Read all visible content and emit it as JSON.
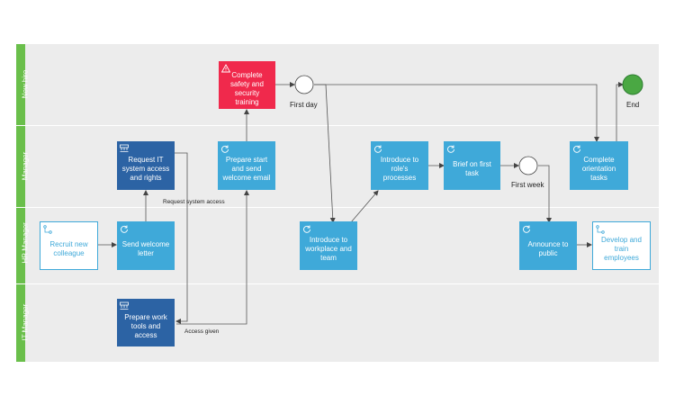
{
  "lanes": [
    {
      "label": "New hire"
    },
    {
      "label": "Manager"
    },
    {
      "label": "HR Manager"
    },
    {
      "label": "IT Manager"
    }
  ],
  "tasks": {
    "complete_training": "Complete safety and security training",
    "request_it": "Request IT system access and rights",
    "prepare_start_email": "Prepare start and send welcome email",
    "introduce_processes": "Introduce to role's processes",
    "brief_first_task": "Brief on first task",
    "complete_orientation": "Complete orientation tasks",
    "recruit_colleague": "Recruit new colleague",
    "send_welcome_letter": "Send welcome letter",
    "introduce_workplace": "Introduce to workplace and team",
    "announce_public": "Announce to public",
    "develop_train": "Develop and train employees",
    "prepare_work_tools": "Prepare work tools and access"
  },
  "events": {
    "first_day": "First day",
    "first_week": "First week",
    "end": "End"
  },
  "edge_labels": {
    "request_access": "Request system access",
    "access_given": "Access given"
  },
  "colors": {
    "lane_header": "#6abf4b",
    "task_light": "#3fa9d9",
    "task_dark": "#2c63a4",
    "task_alert": "#f0294c",
    "end_event": "#4aa843"
  }
}
